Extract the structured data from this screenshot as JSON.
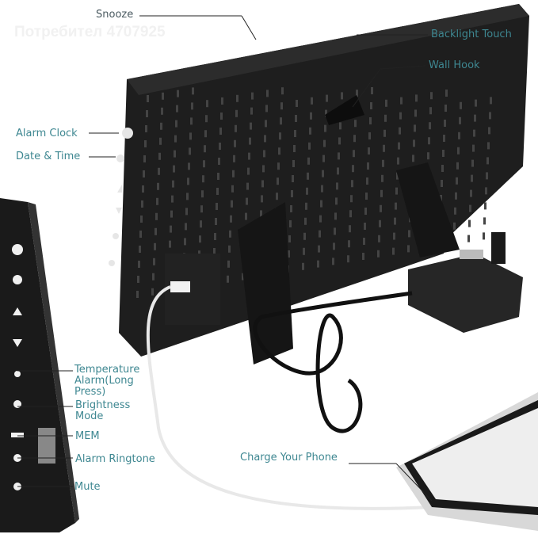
{
  "watermark": "Потребител 4707925",
  "labels": {
    "snooze": "Snooze",
    "backlight_touch": "Backlight Touch",
    "wall_hook": "Wall Hook",
    "alarm_clock": "Alarm Clock",
    "date_time": "Date & Time",
    "temperature_alarm": [
      "Temperature",
      "Alarm(Long",
      "Press)"
    ],
    "brightness_mode": [
      "Brightness",
      "Mode"
    ],
    "mem": "MEM",
    "alarm_ringtone": "Alarm Ringtone",
    "mute": "Mute",
    "charge_phone": "Charge Your Phone"
  },
  "colors": {
    "label": "#3e8791",
    "device": "#1c1c1c",
    "background": "#ffffff"
  }
}
